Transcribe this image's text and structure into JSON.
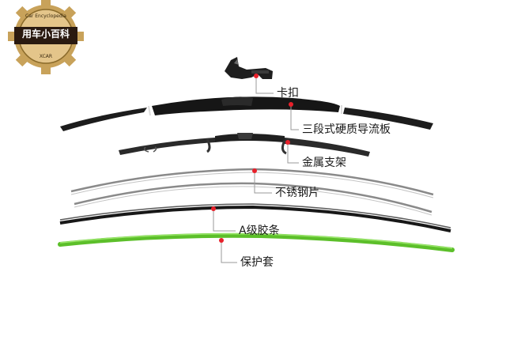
{
  "badge": {
    "title": "用车小百科",
    "top_text": "Car Encyclopedia",
    "bottom_text": "XCAR",
    "gear_color": "#c8a25a",
    "band_color": "#2a1a10"
  },
  "callouts": [
    {
      "id": "clip",
      "label": "卡扣"
    },
    {
      "id": "spoiler",
      "label": "三段式硬质导流板"
    },
    {
      "id": "frame",
      "label": "金属支架"
    },
    {
      "id": "steel",
      "label": "不锈钢片"
    },
    {
      "id": "rubber",
      "label": "A级胶条"
    },
    {
      "id": "cover",
      "label": "保护套"
    }
  ],
  "colors": {
    "marker": "#e8202a",
    "leader": "#9a9a9a",
    "blade": "#1c1c1c",
    "steel": "#8a8a8a",
    "cover": "#6fcf3a"
  }
}
